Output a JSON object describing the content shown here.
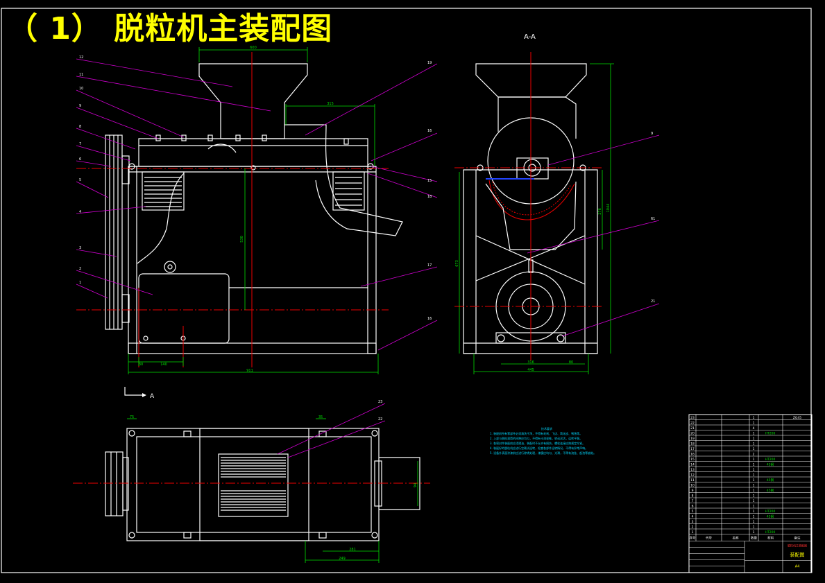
{
  "title": "（ 1） 脱粒机主装配图",
  "views": {
    "section_label": "A-A",
    "section_arrow_label": "A"
  },
  "dimensions": {
    "front_top": "600",
    "front_mid": "315",
    "front_height": "530",
    "front_base_a": "30",
    "front_base_b": "140",
    "front_total": "911",
    "side_height_a": "276",
    "side_height_b": "1044",
    "side_height_c": "673",
    "side_base_a": "316",
    "side_base_b": "80",
    "side_total": "445",
    "plan_a": "75",
    "plan_b": "35",
    "plan_c": "281",
    "plan_d": "249",
    "plan_side": "94"
  },
  "callouts_front_left": [
    "12",
    "11",
    "10",
    "9",
    "8",
    "7",
    "6",
    "5",
    "4",
    "3",
    "2",
    "1"
  ],
  "callouts_front_right": [
    "19",
    "16",
    "15",
    "18",
    "17",
    "16"
  ],
  "callouts_side": [
    "9",
    "61",
    "21"
  ],
  "callouts_plan": [
    "23",
    "22"
  ],
  "notes": {
    "heading": "技术要求",
    "lines": [
      "1. 装配前所有零部件必须清洗干净，不得有毛刺、飞边、氧化皮、锈蚀等。",
      "2. 上部与脱粒滚筒的间隙应均匀，不得有卡滞现象，转动灵活，运转平稳。",
      "3. 各密封件装配前应浸透油，装配时不允许有损伤，螺栓连接应按规定拧紧。",
      "4. 装配好的脱粒机应进行空载试运转，检查各部件运转情况，不得有异常声响。",
      "5. 设备外表面涂漆前应进行除锈处理，漆膜应均匀、光滑，不得有流挂、起泡等缺陷。"
    ]
  },
  "parts_table": {
    "rows": [
      [
        "23",
        "",
        "",
        "",
        "1",
        "",
        "ZG45"
      ],
      [
        "22",
        "",
        "",
        "",
        "1",
        "",
        ""
      ],
      [
        "21",
        "",
        "",
        "",
        "4",
        "",
        ""
      ],
      [
        "20",
        "",
        "",
        "",
        "1",
        "HT200",
        ""
      ],
      [
        "19",
        "",
        "",
        "",
        "1",
        "",
        ""
      ],
      [
        "18",
        "",
        "",
        "",
        "1",
        "",
        ""
      ],
      [
        "17",
        "",
        "",
        "",
        "1",
        "",
        ""
      ],
      [
        "16",
        "",
        "",
        "",
        "2",
        "",
        ""
      ],
      [
        "15",
        "",
        "",
        "",
        "1",
        "HT200",
        ""
      ],
      [
        "14",
        "",
        "",
        "",
        "1",
        "45钢",
        ""
      ],
      [
        "13",
        "",
        "",
        "",
        "1",
        "",
        ""
      ],
      [
        "12",
        "",
        "",
        "",
        "1",
        "",
        ""
      ],
      [
        "11",
        "",
        "",
        "",
        "1",
        "45钢",
        ""
      ],
      [
        "10",
        "",
        "",
        "",
        "1",
        "",
        ""
      ],
      [
        "9",
        "",
        "",
        "",
        "1",
        "45钢",
        ""
      ],
      [
        "8",
        "",
        "",
        "",
        "1",
        "",
        ""
      ],
      [
        "7",
        "",
        "",
        "",
        "1",
        "",
        ""
      ],
      [
        "6",
        "",
        "",
        "",
        "1",
        "",
        ""
      ],
      [
        "5",
        "",
        "",
        "",
        "1",
        "HT200",
        ""
      ],
      [
        "4",
        "",
        "",
        "",
        "1",
        "45钢",
        ""
      ],
      [
        "3",
        "",
        "",
        "",
        "1",
        "",
        ""
      ],
      [
        "2",
        "",
        "",
        "",
        "1",
        "",
        ""
      ],
      [
        "1",
        "",
        "",
        "",
        "1",
        "HT200",
        ""
      ]
    ],
    "header": [
      "序号",
      "代号",
      "名称",
      "数量",
      "材料",
      "备注"
    ],
    "title_block": {
      "drawing_name": "装配图",
      "sheet_size": "A4",
      "company": "脱粒机主装配图"
    }
  },
  "colors": {
    "background": "#000000",
    "title": "#ffff00",
    "outline": "#ffffff",
    "center_line": "#e00000",
    "dimension": "#00e000",
    "leader": "#d000d0",
    "notes": "#00d8ff"
  }
}
